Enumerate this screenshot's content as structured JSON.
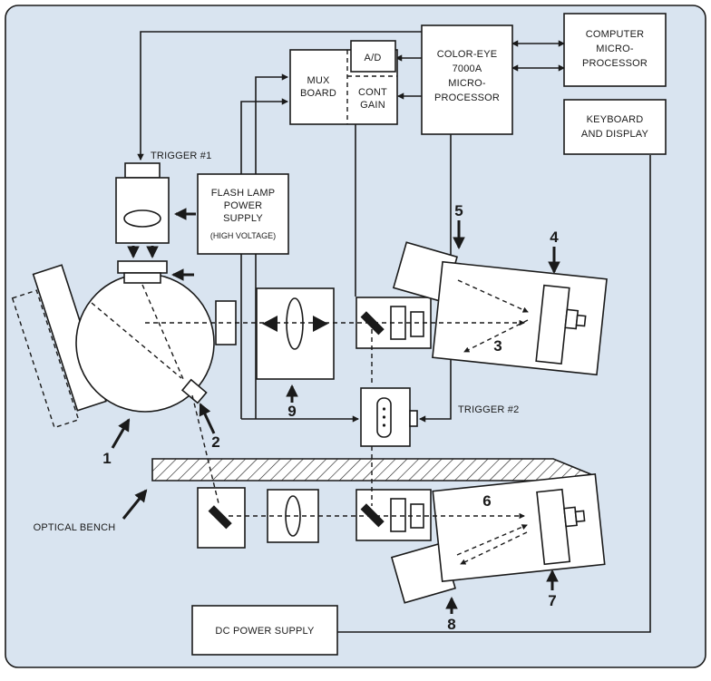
{
  "colors": {
    "background": "#d9e4f0",
    "line": "#1a1a1a",
    "box_fill": "#ffffff"
  },
  "processor_section": {
    "mux": {
      "l1": "MUX",
      "l2": "BOARD"
    },
    "ad_label": "A/D",
    "cont_gain": {
      "l1": "CONT",
      "l2": "GAIN"
    },
    "color_eye": {
      "l1": "COLOR-EYE",
      "l2": "7000A",
      "l3": "MICRO-",
      "l4": "PROCESSOR"
    },
    "computer": {
      "l1": "COMPUTER",
      "l2": "MICRO-",
      "l3": "PROCESSOR"
    },
    "keyboard": {
      "l1": "KEYBOARD",
      "l2": "AND DISPLAY"
    }
  },
  "power": {
    "flash_ps": {
      "l1": "FLASH LAMP",
      "l2": "POWER",
      "l3": "SUPPLY",
      "l4": "(HIGH VOLTAGE)"
    },
    "dc_ps": "DC POWER SUPPLY"
  },
  "triggers": {
    "t1": "TRIGGER #1",
    "t2": "TRIGGER #2"
  },
  "bench_label": "OPTICAL BENCH",
  "numbers": {
    "n1": "1",
    "n2": "2",
    "n3": "3",
    "n4": "4",
    "n5": "5",
    "n6": "6",
    "n7": "7",
    "n8": "8",
    "n9": "9"
  }
}
